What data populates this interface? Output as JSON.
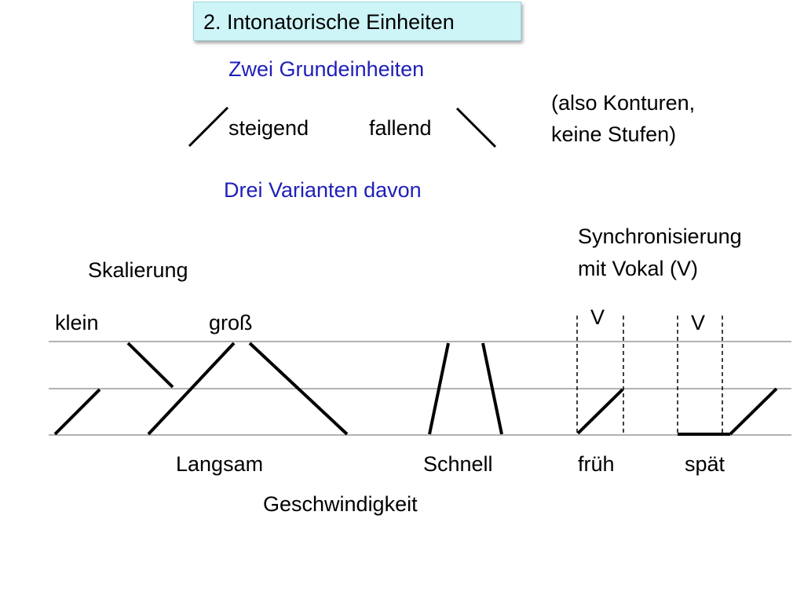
{
  "title": "2. Intonatorische Einheiten",
  "basic_units": {
    "heading": "Zwei Grundeinheiten",
    "rising": "steigend",
    "falling": "fallend",
    "note_line1": "(also Konturen,",
    "note_line2": "keine Stufen)"
  },
  "variants": {
    "heading": "Drei Varianten davon"
  },
  "scaling": {
    "label": "Skalierung",
    "small": "klein",
    "large": "groß"
  },
  "synchronization": {
    "label_line1": "Synchronisierung",
    "label_line2": "mit Vokal (V)",
    "vowel_label_early": "V",
    "vowel_label_late": "V"
  },
  "speed": {
    "slow": "Langsam",
    "fast": "Schnell",
    "label": "Geschwindigkeit"
  },
  "timing": {
    "early": "früh",
    "late": "spät"
  },
  "colors": {
    "heading_blue": "#1f1fb8",
    "title_background": "#cdf4f7",
    "staff_line": "#999999"
  }
}
